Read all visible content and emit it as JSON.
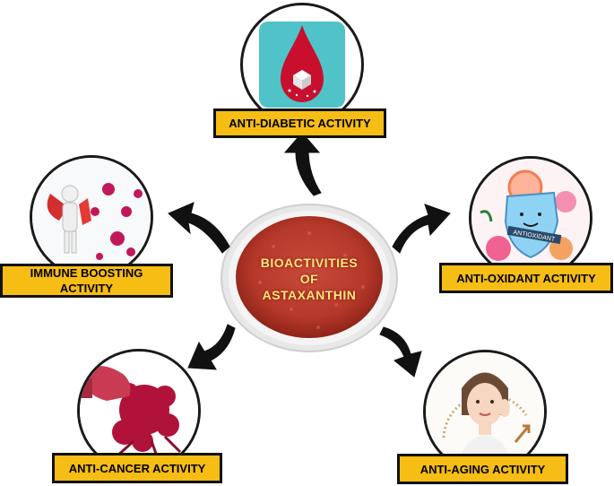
{
  "center": {
    "line1": "BIOACTIVITIES",
    "line2": "OF",
    "line3": "ASTAXANTHIN"
  },
  "activities": {
    "anti_diabetic": "ANTI-DIABETIC ACTIVITY",
    "immune_boosting_line1": "IMMUNE BOOSTING",
    "immune_boosting_line2": "ACTIVITY",
    "anti_oxidant": "ANTI-OXIDANT ACTIVITY",
    "anti_cancer": "ANTI-CANCER ACTIVITY",
    "anti_aging": "ANTI-AGING ACTIVITY"
  },
  "illustrations": {
    "anti_oxidant_shield_text": "ANTIOXIDANT"
  },
  "colors": {
    "label_fill": "#f6bd14",
    "center_powder": "#c0392b",
    "arrow": "#111111"
  },
  "icons": [
    "blood-drop-sugar-icon",
    "superhero-virus-icon",
    "antioxidant-shield-icon",
    "boxing-glove-cancer-icon",
    "aging-woman-icon"
  ]
}
